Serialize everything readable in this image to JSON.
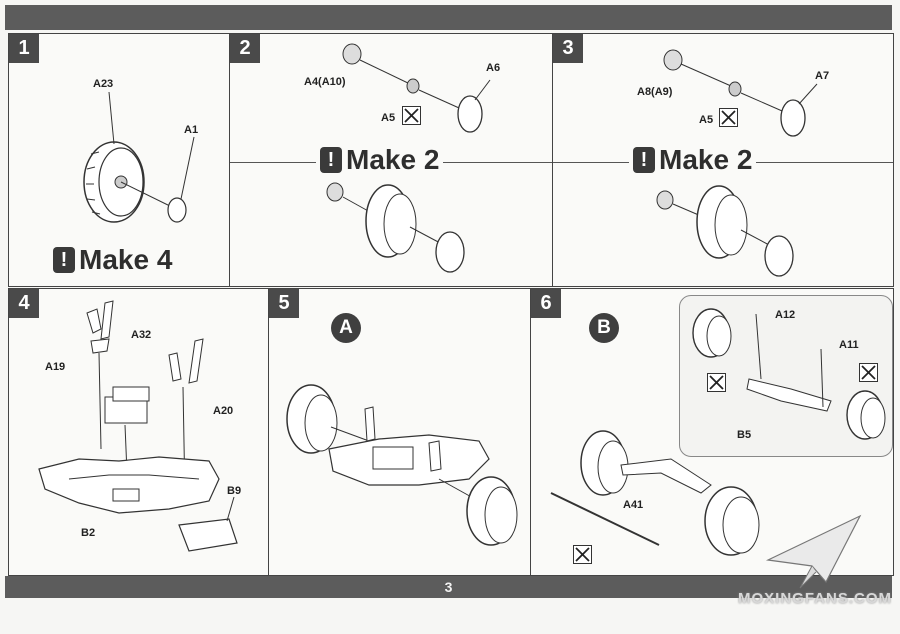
{
  "page_number": "3",
  "watermark": "MOXINGFANS.COM",
  "steps": [
    {
      "number": "1",
      "parts": [
        "A23",
        "A1"
      ],
      "make": "Make 4"
    },
    {
      "number": "2",
      "parts": [
        "A4(A10)",
        "A6",
        "A5"
      ],
      "make": "Make 2"
    },
    {
      "number": "3",
      "parts": [
        "A8(A9)",
        "A7",
        "A5"
      ],
      "make": "Make 2"
    },
    {
      "number": "4",
      "parts": [
        "A19",
        "A32",
        "A20",
        "B9",
        "B2"
      ]
    },
    {
      "number": "5",
      "marker": "A"
    },
    {
      "number": "6",
      "marker": "B",
      "parts": [
        "A12",
        "A11",
        "B5",
        "A41"
      ]
    }
  ]
}
